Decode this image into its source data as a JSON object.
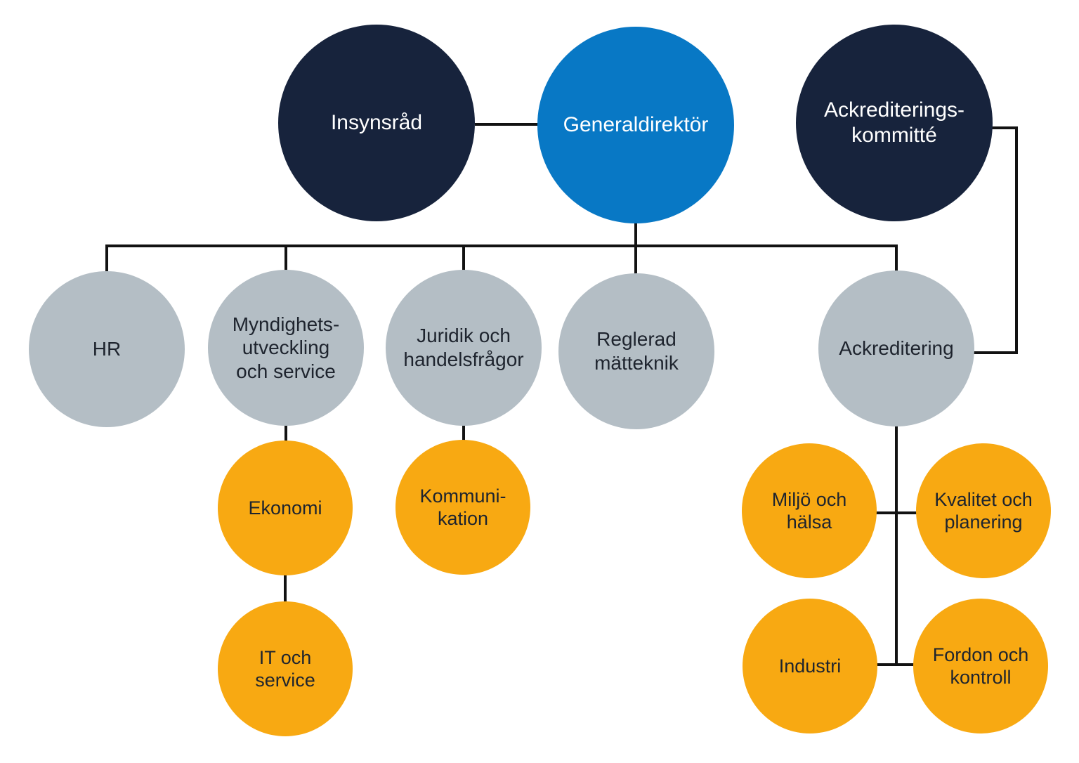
{
  "colors": {
    "navy": "#17233c",
    "blue": "#0878c5",
    "gray": "#b4bec5",
    "yellow": "#f8a912",
    "line": "#121212",
    "text_light": "#ffffff",
    "text_dark": "#1e242e"
  },
  "nodes": {
    "insynsrad": {
      "label": "Insynsråd"
    },
    "generaldirektor": {
      "label": "Generaldirektör"
    },
    "ackrediteringskommitte": {
      "label": "Ackrediterings-\nkommitté"
    },
    "hr": {
      "label": "HR"
    },
    "myndighetsutveckling": {
      "label": "Myndighets-\nutveckling\noch service"
    },
    "juridik": {
      "label": "Juridik och\nhandelsfrågor"
    },
    "reglerad": {
      "label": "Reglerad\nmätteknik"
    },
    "ackreditering": {
      "label": "Ackreditering"
    },
    "ekonomi": {
      "label": "Ekonomi"
    },
    "kommunikation": {
      "label": "Kommuni-\nkation"
    },
    "it_service": {
      "label": "IT och\nservice"
    },
    "miljo": {
      "label": "Miljö och\nhälsa"
    },
    "kvalitet": {
      "label": "Kvalitet och\nplanering"
    },
    "industri": {
      "label": "Industri"
    },
    "fordon": {
      "label": "Fordon och\nkontroll"
    }
  },
  "edges": [
    {
      "from": "insynsrad",
      "to": "generaldirektor"
    },
    {
      "from": "generaldirektor",
      "to": "hr"
    },
    {
      "from": "generaldirektor",
      "to": "myndighetsutveckling"
    },
    {
      "from": "generaldirektor",
      "to": "juridik"
    },
    {
      "from": "generaldirektor",
      "to": "reglerad"
    },
    {
      "from": "generaldirektor",
      "to": "ackreditering"
    },
    {
      "from": "ackrediteringskommitte",
      "to": "ackreditering"
    },
    {
      "from": "myndighetsutveckling",
      "to": "ekonomi"
    },
    {
      "from": "ekonomi",
      "to": "it_service"
    },
    {
      "from": "juridik",
      "to": "kommunikation"
    },
    {
      "from": "ackreditering",
      "to": "miljo"
    },
    {
      "from": "ackreditering",
      "to": "kvalitet"
    },
    {
      "from": "ackreditering",
      "to": "industri"
    },
    {
      "from": "ackreditering",
      "to": "fordon"
    }
  ]
}
